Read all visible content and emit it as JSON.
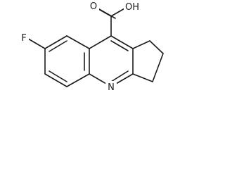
{
  "molecule": {
    "atoms": {
      "fluorine": "F",
      "nitrogen": "N",
      "hydroxyl": "OH",
      "carbonyl_oxygen": "O"
    },
    "colors": {
      "bond": "#1a1a1a",
      "label": "#1a1a1a",
      "background": "#ffffff"
    }
  }
}
